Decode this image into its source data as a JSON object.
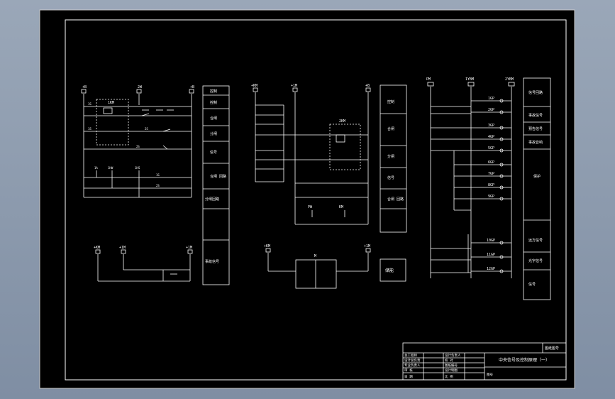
{
  "colors": {
    "background_outer": "#8c99ac",
    "sheet": "#000000",
    "line": "#ffffff",
    "dashed": "#ffffff"
  },
  "left_circuit": {
    "terminals": [
      "+B",
      "2W",
      "+B"
    ],
    "relay_label": "1KM",
    "contacts": [
      "1S",
      "1S",
      "2S",
      "2S",
      "1S",
      "2S"
    ],
    "bottom_labels": [
      "1A",
      "1HW",
      "1HS"
    ],
    "bottom_terminals": [
      "+KM",
      "+1M",
      "+1M"
    ]
  },
  "left_table": [
    "控制",
    "控制",
    "合闸",
    "分闸",
    "信号",
    "合闸\n回路",
    "分闸回路",
    "事故信号"
  ],
  "mid_circuit": {
    "terminals": [
      "+KM",
      "+1M",
      "+B"
    ],
    "relay_label": "2KM",
    "bottom_terminals": [
      "+KM",
      "+1M"
    ],
    "lamp_labels": [
      "PW",
      "KM"
    ],
    "bottom_box_label": "M"
  },
  "mid_table": [
    "控制",
    "合闸",
    "分闸",
    "信号",
    "合闸\n回路"
  ],
  "mid_small_box": "储能",
  "right_circuit": {
    "bus_labels": [
      "PM",
      "1YBM",
      "2YBM"
    ],
    "gp_labels": [
      "1GP",
      "2GP",
      "3GP",
      "4GP",
      "5GP",
      "6GP",
      "7GP",
      "8GP",
      "9GP",
      "10GP",
      "11GP",
      "12GP"
    ]
  },
  "right_table": [
    "信号回路",
    "事故信号",
    "预告信号",
    "事故音响",
    "保护",
    "远方信号",
    "光字信号",
    "信号"
  ],
  "title_block": {
    "header_right": "图纸图号",
    "left_rows": [
      "总工程师",
      "设计总负责",
      "专业负责人",
      "审  核"
    ],
    "mid_rows": [
      "设计负责人",
      "校  对",
      "图纸编号",
      "设计制图"
    ],
    "title": "中央信号及控制原理（一）",
    "bottom_left": "日  期",
    "bottom_mid": "比  例",
    "bottom_right": "图号"
  }
}
